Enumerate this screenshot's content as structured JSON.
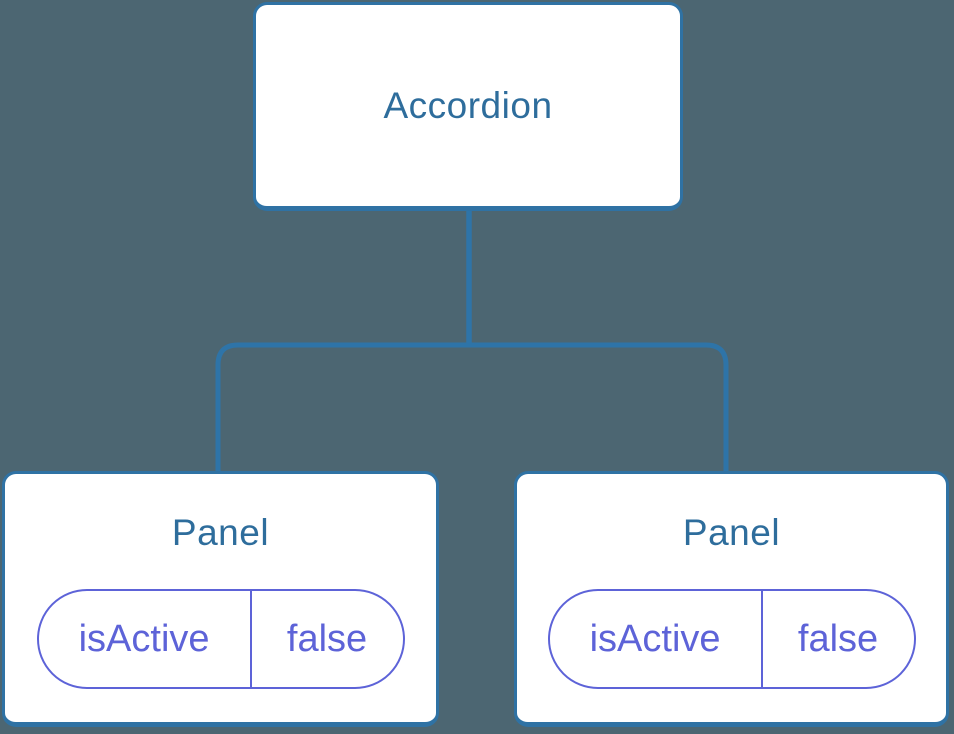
{
  "colors": {
    "background": "#4c6672",
    "node_fill": "#ffffff",
    "node_border": "#2f72a4",
    "node_text": "#2e6d9c",
    "connector": "#2e74a8",
    "state_accent": "#5d63d8"
  },
  "tree": {
    "root": {
      "label": "Accordion"
    },
    "children": [
      {
        "label": "Panel",
        "state": {
          "key": "isActive",
          "value": "false"
        }
      },
      {
        "label": "Panel",
        "state": {
          "key": "isActive",
          "value": "false"
        }
      }
    ]
  }
}
